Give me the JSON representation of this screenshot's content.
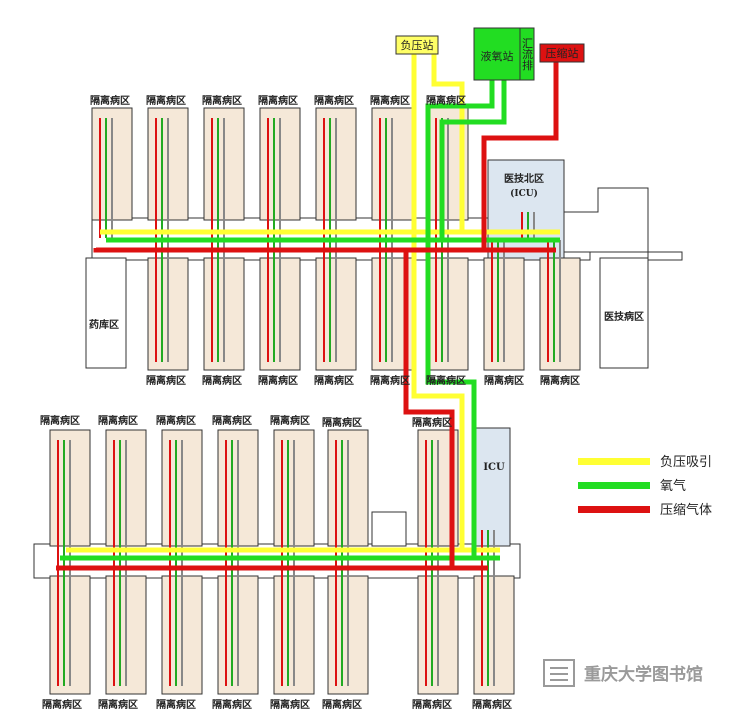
{
  "stations": {
    "negative_pressure": "负压站",
    "liquid_oxygen": "液氧站",
    "manifold": "汇流排",
    "air_compressor": "压缩站"
  },
  "areas": {
    "isolation_ward": "隔离病区",
    "medical_tech_north": "医技北区",
    "icu_north": "(ICU)",
    "pharmacy": "药库区",
    "medical_tech_ward": "医技病区",
    "icu_south": "ICU"
  },
  "legend": [
    {
      "label": "负压吸引",
      "color": "#ffff33"
    },
    {
      "label": "氧气",
      "color": "#22dd22"
    },
    {
      "label": "压缩气体",
      "color": "#dd1111"
    }
  ],
  "watermark": "重庆大学图书馆",
  "colors": {
    "ward_fill": "#f5e8d8",
    "ward_inner": "#fbf3ea",
    "outline": "#333333",
    "icu_fill": "#dce6f0"
  }
}
